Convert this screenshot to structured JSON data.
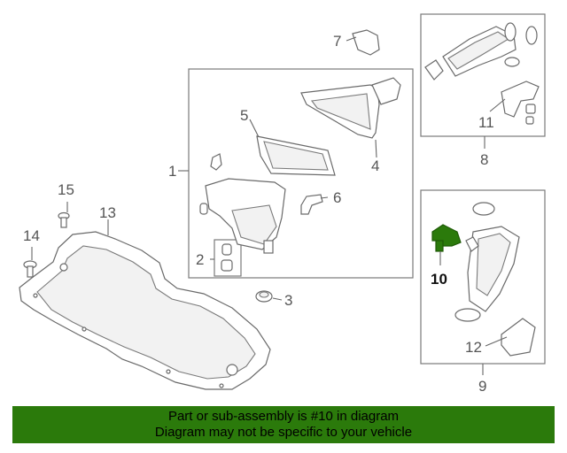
{
  "callouts": {
    "c1": "1",
    "c2": "2",
    "c3": "3",
    "c4": "4",
    "c5": "5",
    "c6": "6",
    "c7": "7",
    "c8": "8",
    "c9": "9",
    "c10": "10",
    "c11": "11",
    "c12": "12",
    "c13": "13",
    "c14": "14",
    "c15": "15"
  },
  "highlight_color": "#2b7a0b",
  "banner": {
    "line1": "Part or sub-assembly is #10 in diagram",
    "line2": "Diagram may not be specific to your vehicle",
    "color": "#2b7a0b"
  }
}
